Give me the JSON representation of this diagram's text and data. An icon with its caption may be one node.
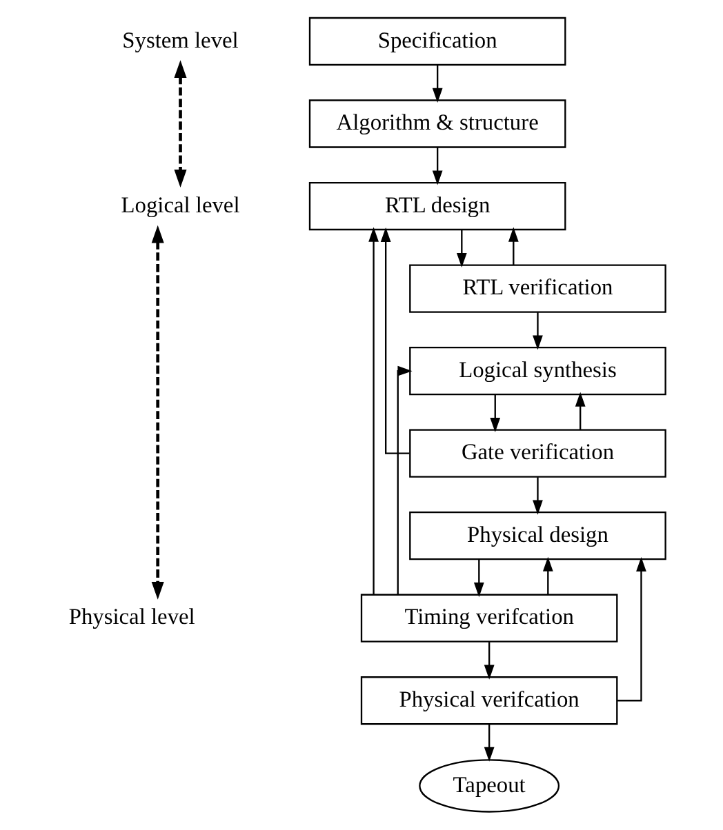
{
  "diagram": {
    "nodes": [
      {
        "text": [
          "Specification"
        ]
      },
      {
        "text": [
          "Algorithm & structure"
        ]
      },
      {
        "text": [
          "RTL design"
        ]
      },
      {
        "text": [
          "RTL verification"
        ]
      },
      {
        "text": [
          "Logical synthesis"
        ]
      },
      {
        "text": [
          "Gate verification"
        ]
      },
      {
        "text": [
          "Physical design"
        ]
      },
      {
        "text": [
          "Timing verifcation"
        ]
      },
      {
        "text": [
          "Physical verifcation"
        ]
      },
      {
        "text": [
          "Tapeout"
        ]
      },
      {
        "text": [
          "System level"
        ]
      },
      {
        "text": [
          "Logical level"
        ]
      },
      {
        "text": [
          "Physical level"
        ]
      }
    ],
    "edges": [
      {
        "from": 0,
        "to": 1,
        "arrow": "to"
      },
      {
        "from": 1,
        "to": 2,
        "arrow": "to"
      },
      {
        "from": 3,
        "to": 2,
        "arrow": "to"
      },
      {
        "from": 5,
        "to": 2,
        "arrow": "to"
      },
      {
        "from": 7,
        "to": 2,
        "arrow": "to"
      },
      {
        "from": 2,
        "to": 3,
        "arrow": "to"
      },
      {
        "from": 3,
        "to": 4,
        "arrow": "to"
      },
      {
        "from": 5,
        "to": 4,
        "arrow": "to"
      },
      {
        "from": 7,
        "to": 4,
        "arrow": "to"
      },
      {
        "from": 4,
        "to": 5,
        "arrow": "to"
      },
      {
        "from": 5,
        "to": 6,
        "arrow": "to"
      },
      {
        "from": 7,
        "to": 6,
        "arrow": "to"
      },
      {
        "from": 8,
        "to": 6,
        "arrow": "to"
      },
      {
        "from": 6,
        "to": 7,
        "arrow": "to"
      },
      {
        "from": 7,
        "to": 8,
        "arrow": "to"
      },
      {
        "from": 8,
        "to": 9,
        "arrow": "to"
      },
      {
        "from": 10,
        "to": 11,
        "arrow": "both",
        "style": "dashed"
      },
      {
        "from": 11,
        "to": 12,
        "arrow": "both",
        "style": "dashed"
      }
    ]
  }
}
